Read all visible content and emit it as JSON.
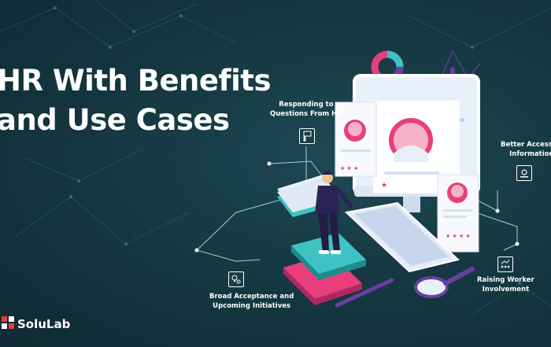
{
  "banner": {
    "title_lines": [
      "HR With Benefits",
      "and Use Cases"
    ],
    "labels": {
      "responding": [
        "Responding to",
        "Questions From HR"
      ],
      "better_access": [
        "Better Access to",
        "Information"
      ],
      "raising": [
        "Raising Worker",
        "Involvement"
      ],
      "broad": [
        "Broad Acceptance and",
        "Upcoming Initiatives"
      ]
    },
    "icons": {
      "responding": "presenter-icon",
      "better_access": "gear-monitor-icon",
      "raising": "team-growth-icon",
      "broad": "lightbulb-gear-icon"
    },
    "brand": {
      "name": "SoluLab",
      "logo": "solulab-logo-icon"
    },
    "colors": {
      "background": "#163a44",
      "accent_pink": "#e83e7b",
      "accent_teal": "#3fc2c4",
      "accent_purple": "#6a3fa0"
    }
  }
}
